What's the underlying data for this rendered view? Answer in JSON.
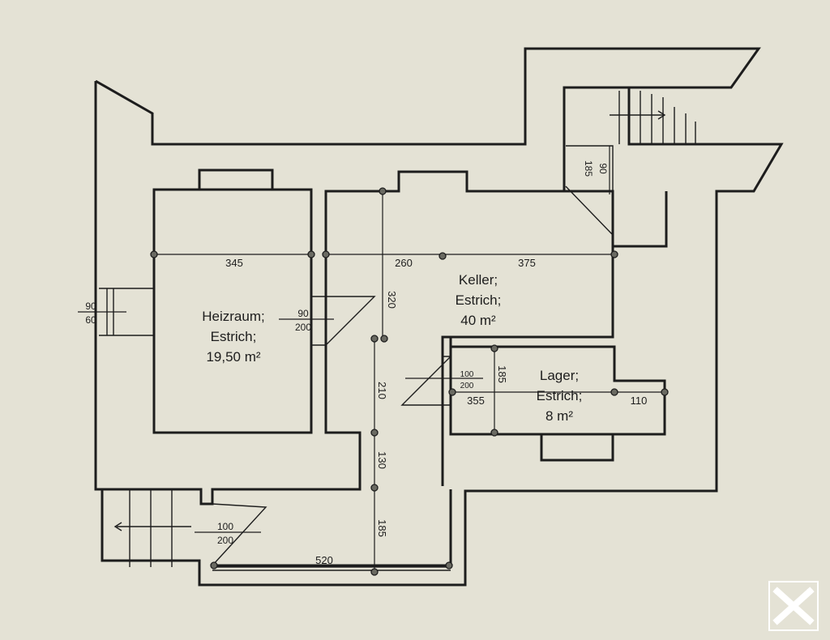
{
  "rooms": {
    "heizraum": {
      "name": "Heizraum;",
      "floor": "Estrich;",
      "area": "19,50 m²"
    },
    "keller": {
      "name": "Keller;",
      "floor": "Estrich;",
      "area": "40 m²"
    },
    "lager": {
      "name": "Lager;",
      "floor": "Estrich;",
      "area": "8 m²"
    }
  },
  "dimensions": {
    "heizraum_width": "345",
    "keller_left": "260",
    "keller_right": "375",
    "keller_v1": "320",
    "corridor_v1": "210",
    "corridor_v2": "130",
    "corridor_v3": "185",
    "bottom_width": "520",
    "lager_width": "355",
    "lager_height": "185",
    "lager_right": "110"
  },
  "openings": {
    "window_left": {
      "top": "90",
      "bottom": "60"
    },
    "door_heizraum": {
      "top": "90",
      "bottom": "200"
    },
    "door_lager": {
      "top": "100",
      "bottom": "200"
    },
    "door_bottom": {
      "top": "100",
      "bottom": "200"
    },
    "stair_top": {
      "top": "90",
      "bottom": "185"
    }
  },
  "logo": {
    "icon": "raiffeisen-gable-cross-icon",
    "color": "#ffffff"
  }
}
